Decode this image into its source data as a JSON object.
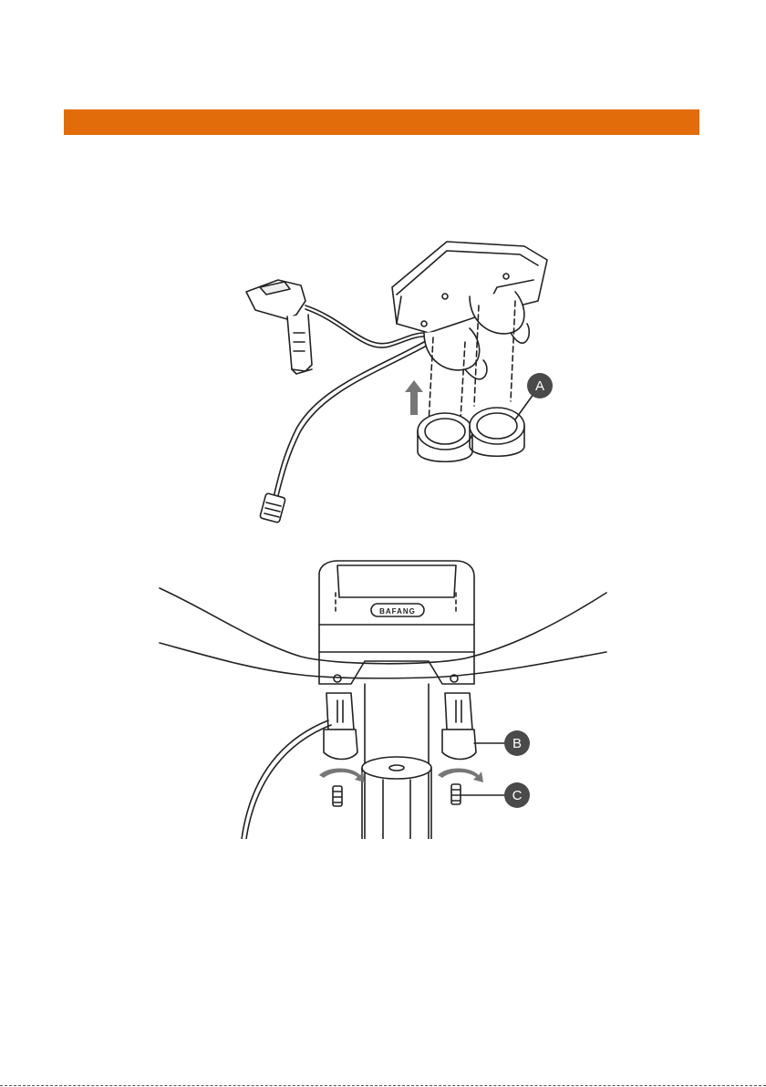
{
  "header": {
    "bar_color": "#e36c0a"
  },
  "figure_1": {
    "callouts": [
      {
        "id": "A",
        "label": "A"
      }
    ]
  },
  "figure_2": {
    "callouts": [
      {
        "id": "B",
        "label": "B"
      },
      {
        "id": "C",
        "label": "C"
      }
    ],
    "display_logo": "BAFANG"
  },
  "colors": {
    "line": "#222222",
    "callout_fill": "#4a4a4a",
    "arrow": "#777777"
  }
}
